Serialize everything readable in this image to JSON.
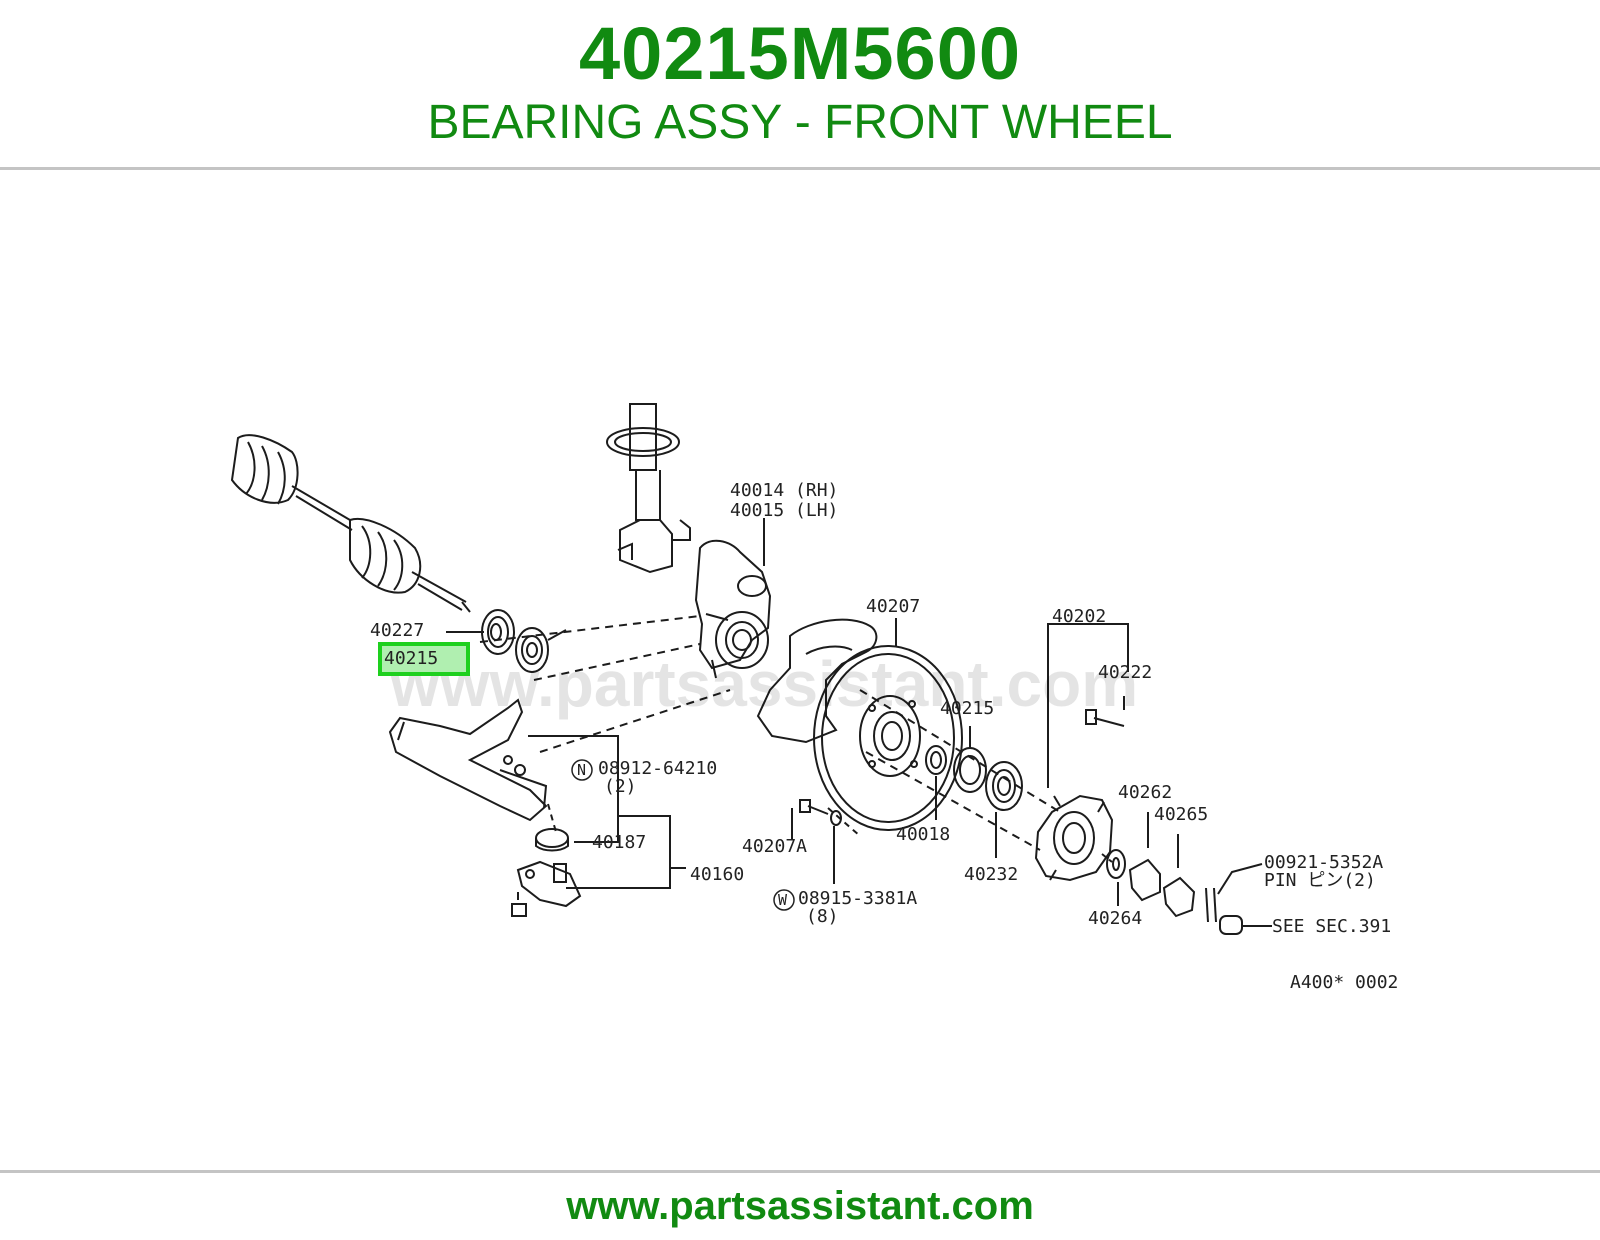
{
  "header": {
    "part_number": "40215M5600",
    "title": "BEARING ASSY - FRONT WHEEL"
  },
  "footer": {
    "url": "www.partsassistant.com"
  },
  "watermark": "www.partsassistant.com",
  "highlighted_callout": "40215",
  "callouts": {
    "c40014": "40014 (RH)",
    "c40015": "40015 (LH)",
    "c40227": "40227",
    "c40207": "40207",
    "c40202": "40202",
    "c40222": "40222",
    "c40215b": "40215",
    "c08912": "08912-64210",
    "c08912q": "(2)",
    "c40187": "40187",
    "c40160": "40160",
    "c40207a": "40207A",
    "c08915": "08915-3381A",
    "c08915q": "(8)",
    "c40018": "40018",
    "c40232": "40232",
    "c40262": "40262",
    "c40265": "40265",
    "c40264": "40264",
    "c00921": "00921-5352A",
    "cpin": "PIN ピン(2)",
    "csee": "SEE SEC.391",
    "cN": "N",
    "cW": "W",
    "cfig": "A400* 0002"
  },
  "colors": {
    "brand_green": "#118a11",
    "highlight_green": "#1ed01e"
  }
}
